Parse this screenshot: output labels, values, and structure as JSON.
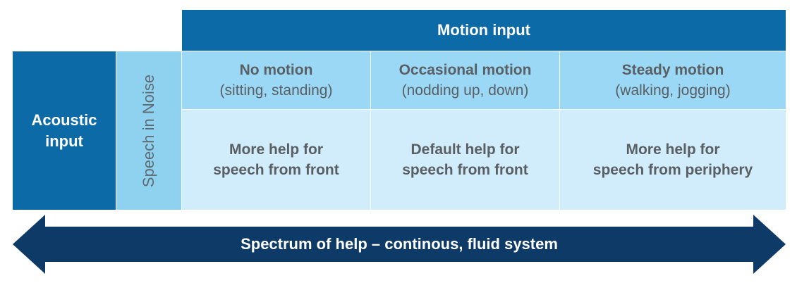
{
  "header": {
    "title": "Motion input"
  },
  "row_header": {
    "line1": "Acoustic",
    "line2": "input"
  },
  "side_label": "Speech in Noise",
  "columns": [
    {
      "title": "No motion",
      "sub": "(sitting, standing)",
      "cell1": "More help for",
      "cell2": "speech from front"
    },
    {
      "title": "Occasional motion",
      "sub": "(nodding up, down)",
      "cell1": "Default help for",
      "cell2": "speech from front"
    },
    {
      "title": "Steady motion",
      "sub": "(walking, jogging)",
      "cell1": "More help for",
      "cell2": "speech from periphery"
    }
  ],
  "arrow": {
    "label": "Spectrum of help – continous, fluid system"
  },
  "colors": {
    "dark_blue": "#0c6aa6",
    "mid_blue": "#9ad8f5",
    "light_blue": "#d1ecfb",
    "navy": "#0d3a66"
  }
}
